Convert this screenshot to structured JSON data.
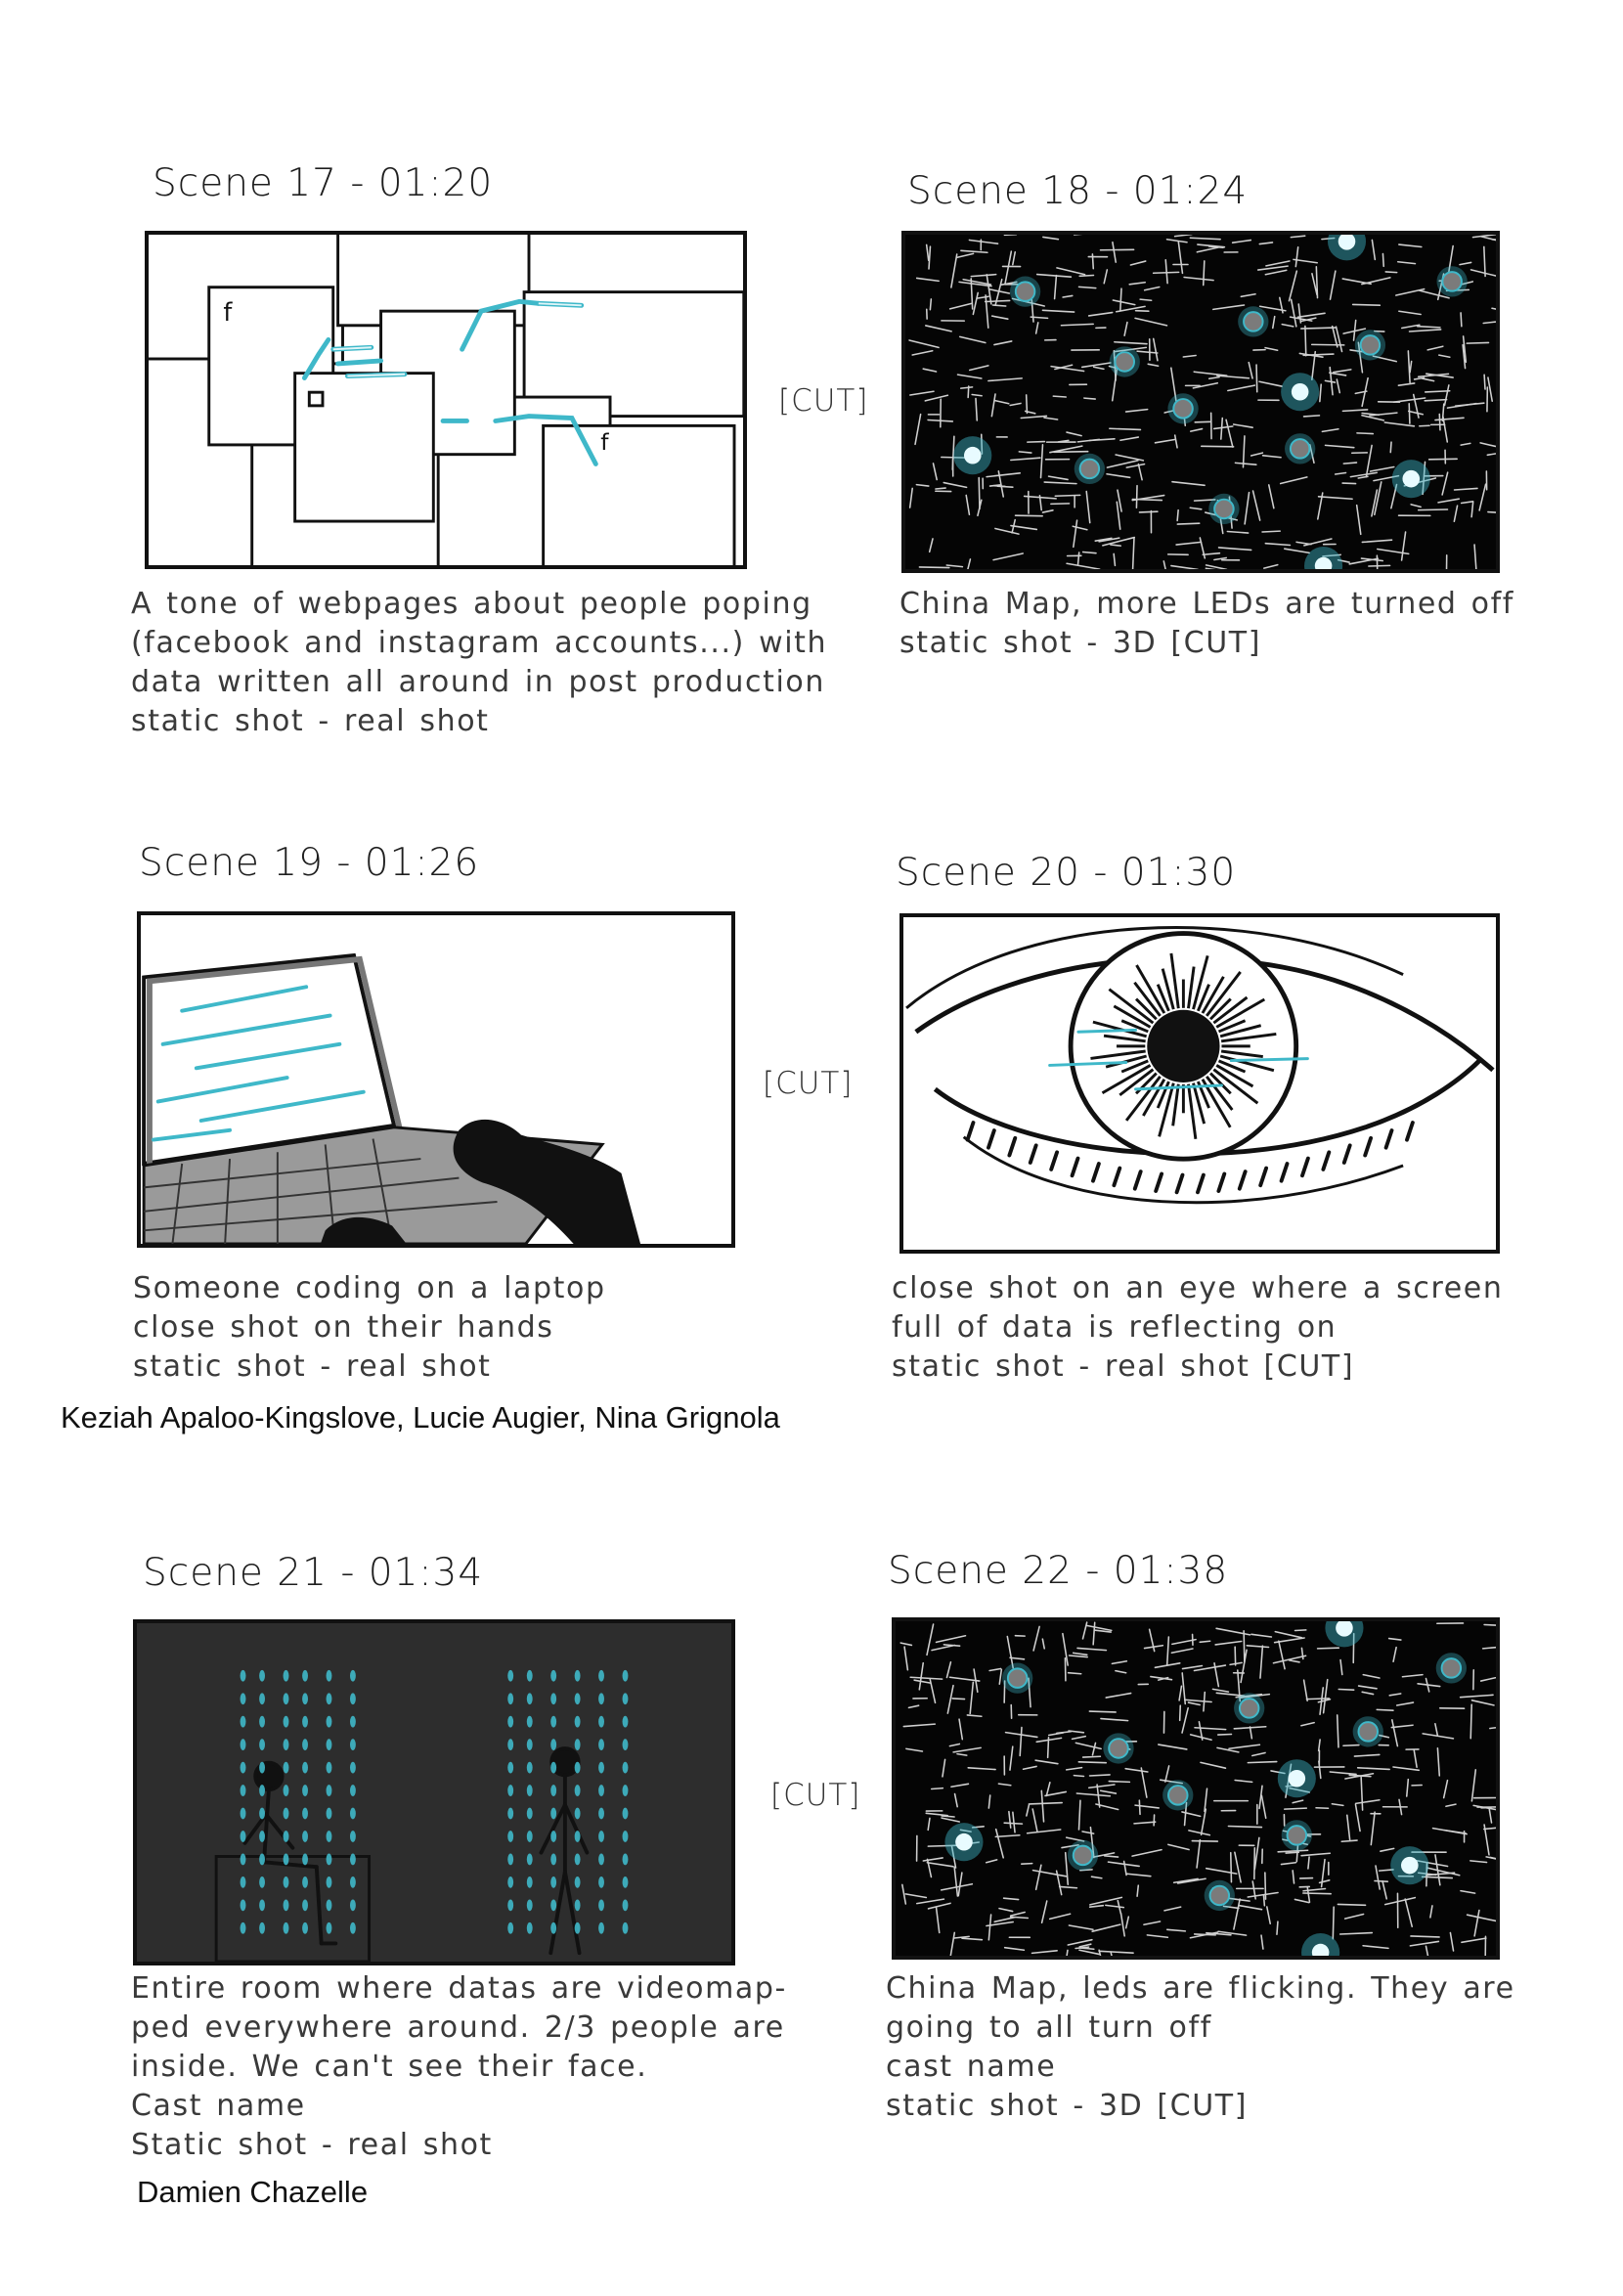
{
  "scenes": [
    {
      "title": "Scene 17 - 01:20",
      "lines": [
        "A tone of webpages about people poping",
        "(facebook and instagram accounts...) with",
        "data written all around in post production",
        "static shot - real shot"
      ]
    },
    {
      "title": "Scene 18 - 01:24",
      "lines": [
        "China Map, more LEDs are turned off",
        "static shot - 3D"
      ],
      "cut": "[CUT]"
    },
    {
      "title": "Scene 19 - 01:26",
      "lines": [
        "Someone coding on a laptop",
        "close shot on their hands",
        "static shot - real shot"
      ]
    },
    {
      "title": "Scene 20 - 01:30",
      "lines": [
        "close shot on an eye where a screen",
        "full of data is reflecting on",
        "static shot - real shot"
      ],
      "cut": "[CUT]"
    },
    {
      "title": "Scene 21 - 01:34",
      "lines": [
        "Entire room where datas are videomap-",
        "ped everywhere around. 2/3 people are",
        "inside. We can't see their face.",
        "Cast name",
        "Static  shot - real shot"
      ]
    },
    {
      "title": "Scene 22 - 01:38",
      "lines": [
        "China Map, leds are flicking. They are",
        "going to all turn off",
        "cast name",
        "static shot - 3D"
      ],
      "cut": "[CUT]"
    }
  ],
  "cuts": [
    "[CUT]",
    "[CUT]",
    "[CUT]"
  ],
  "credits": {
    "authors": "Keziah Apaloo-Kingslove, Lucie Augier, Nina Grignola",
    "director": "Damien Chazelle"
  },
  "colors": {
    "accent": "#3fb8c9",
    "ink": "#111111"
  }
}
